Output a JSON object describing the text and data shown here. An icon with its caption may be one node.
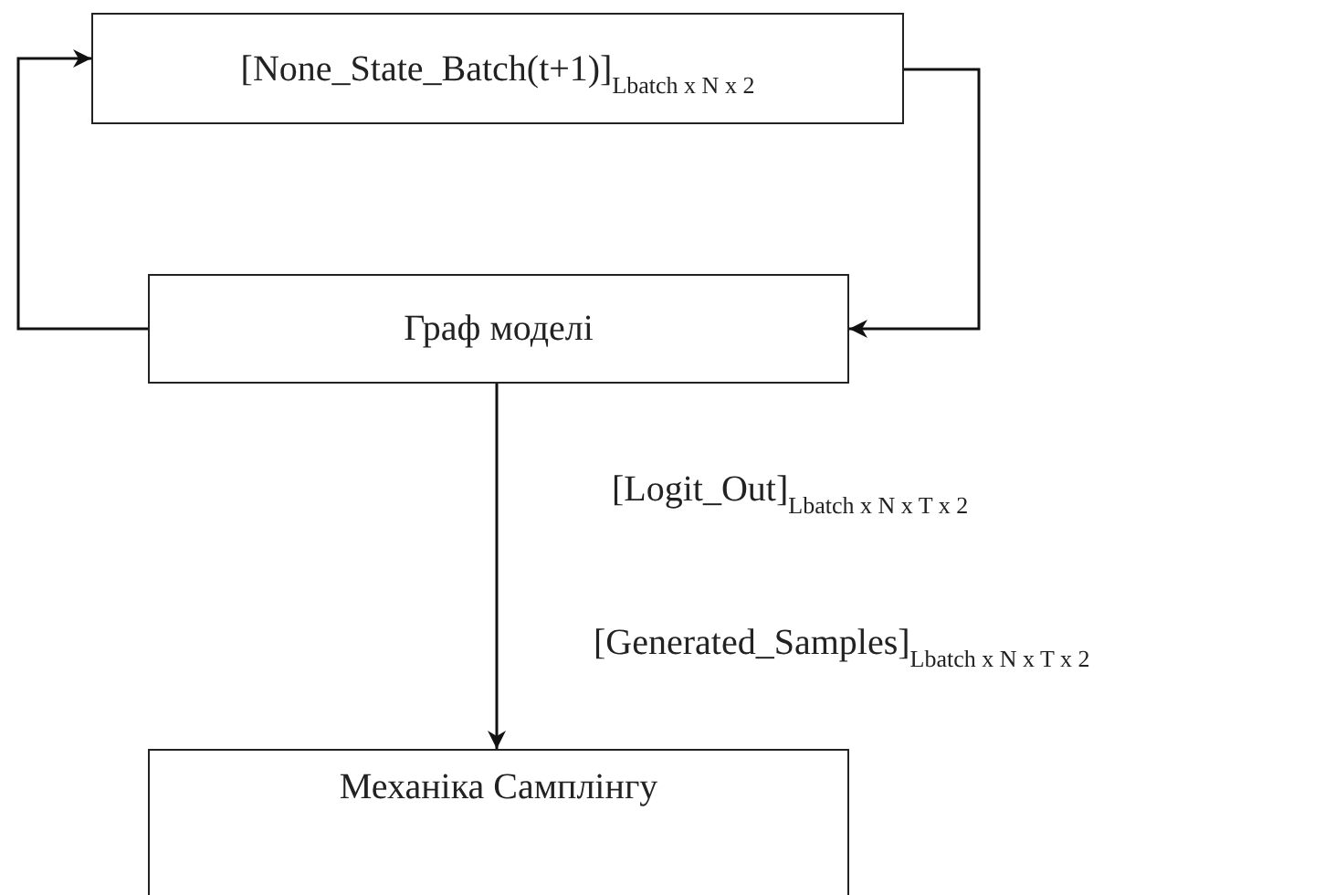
{
  "diagram": {
    "nodes": [
      {
        "text": [
          "[None_State_Batch(t+1)]$_{Lbatch x N x 2}$"
        ]
      },
      {
        "text": [
          "Граф моделі"
        ]
      },
      {
        "text": [
          "Механіка Самплінгу"
        ]
      }
    ],
    "edges": [
      {
        "from": 1,
        "to": 0,
        "arrow": "to"
      },
      {
        "from": 0,
        "to": 1,
        "arrow": "to"
      },
      {
        "from": 1,
        "to": 2,
        "arrow": "to"
      }
    ],
    "labels": [
      "[Logit_Out]$_{Lbatch x N x T x 2}$",
      "[Generated_Samples]$_{Lbatch x N x T x 2}$"
    ]
  }
}
